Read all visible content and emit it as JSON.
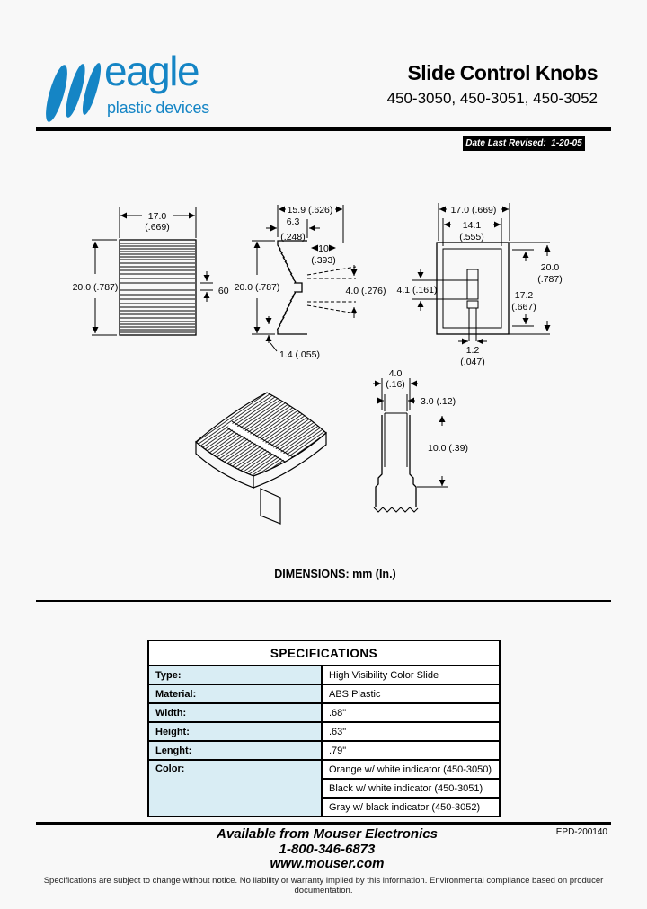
{
  "brand": {
    "name": "eagle",
    "tagline": "plastic devices",
    "color": "#1585c5"
  },
  "header": {
    "title": "Slide Control Knobs",
    "part_numbers": "450-3050, 450-3051, 450-3052",
    "revised_badge": "Date Last Revised:  1-20-05"
  },
  "drawings": {
    "caption": "DIMENSIONS: mm (In.)",
    "front": {
      "width": "17.0",
      "width_in": "(.669)",
      "height": "20.0 (.787)",
      "ridge_pitch": ".60"
    },
    "profile": {
      "depth_total": "15.9 (.626)",
      "depth_top": "6.3",
      "depth_top_in": "(.248)",
      "travel": "10",
      "travel_in": "(.393)",
      "height": "20.0 (.787)",
      "window": "4.0 (.276)",
      "lip": "1.4 (.055)"
    },
    "back": {
      "width": "17.0 (.669)",
      "opening_width": "14.1",
      "opening_width_in": "(.555)",
      "window_height": "4.1 (.161)",
      "height": "20.0",
      "height_in": "(.787)",
      "opening_height": "17.2",
      "opening_height_in": "(.667)",
      "stem_width": "1.2",
      "stem_width_in": "(.047)"
    },
    "stem": {
      "outer_width": "4.0",
      "outer_width_in": "(.16)",
      "inner_width": "3.0 (.12)",
      "depth": "10.0 (.39)"
    }
  },
  "specifications": {
    "title": "SPECIFICATIONS",
    "rows": [
      {
        "label": "Type:",
        "value": "High Visibility Color Slide"
      },
      {
        "label": "Material:",
        "value": "ABS Plastic"
      },
      {
        "label": "Width:",
        "value": ".68\""
      },
      {
        "label": "Height:",
        "value": ".63\""
      },
      {
        "label": "Lenght:",
        "value": ".79\""
      }
    ],
    "color_row": {
      "label": "Color:",
      "values": [
        "Orange w/ white indicator (450-3050)",
        "Black w/ white indicator (450-3051)",
        "Gray w/ black indicator (450-3052)"
      ]
    }
  },
  "footer": {
    "distributor": "Available from Mouser Electronics",
    "phone": "1-800-346-6873",
    "website": "www.mouser.com",
    "doc_code": "EPD-200140",
    "disclaimer": "Specifications are subject to change without notice. No liability or warranty implied by this information. Environmental compliance based on producer documentation."
  }
}
